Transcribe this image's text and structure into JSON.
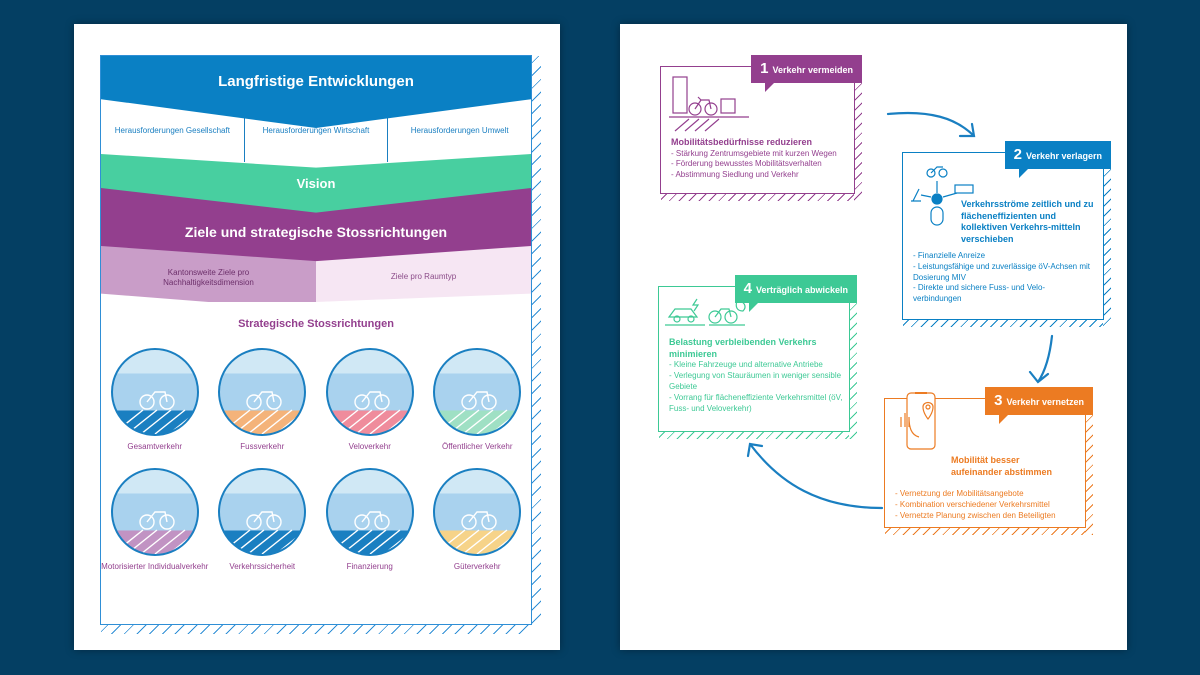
{
  "left_page": {
    "top_band": "Langfristige Entwicklungen",
    "challenges": [
      "Herausforderungen Gesellschaft",
      "Herausforderungen Wirtschaft",
      "Herausforderungen Umwelt"
    ],
    "vision": "Vision",
    "goals_band": "Ziele und strategische Stossrichtungen",
    "goal_left": "Kantonsweite Ziele pro Nachhaltigkeitsdimension",
    "goal_right": "Ziele pro Raumtyp",
    "strategy_title": "Strategische Stossrichtungen",
    "strategies": [
      {
        "label": "Gesamtverkehr",
        "icon": "mixed-traffic-icon",
        "ground": "#1a7fc1"
      },
      {
        "label": "Fussverkehr",
        "icon": "pedestrian-icon",
        "ground": "#f4b37a"
      },
      {
        "label": "Veloverkehr",
        "icon": "bicycle-icon",
        "ground": "#ef8c9c"
      },
      {
        "label": "Öffentlicher Verkehr",
        "icon": "train-bus-icon",
        "ground": "#9fe0c4"
      },
      {
        "label": "Motorisierter Individualverkehr",
        "icon": "electric-car-icon",
        "ground": "#c193c3"
      },
      {
        "label": "Verkehrssicherheit",
        "icon": "warning-sign-icon",
        "ground": "#1a7fc1"
      },
      {
        "label": "Finanzierung",
        "icon": "calculator-icon",
        "ground": "#1a7fc1"
      },
      {
        "label": "Güterverkehr",
        "icon": "hydrogen-truck-icon",
        "ground": "#f6d389"
      }
    ]
  },
  "right_page": {
    "steps": [
      {
        "number": "1",
        "tag": "Verkehr vermeiden",
        "color": "#933f8e",
        "heading": "Mobilitätsbedürfnisse reduzieren",
        "items": [
          "Stärkung Zentrumsgebiete mit kurzen Wegen",
          "Förderung bewusstes Mobilitätsverhalten",
          "Abstimmung Siedlung und Verkehr"
        ]
      },
      {
        "number": "2",
        "tag": "Verkehr verlagern",
        "color": "#0a80c4",
        "heading": "Verkehrsströme zeitlich und zu flächeneffizienten und kollektiven Verkehrs-mitteln verschieben",
        "items": [
          "Finanzielle Anreize",
          "Leistungsfähige und zuverlässige öV-Achsen mit Dosierung MIV",
          "Direkte und sichere Fuss- und Velo-verbindungen"
        ]
      },
      {
        "number": "3",
        "tag": "Verkehr vernetzen",
        "color": "#ec7b22",
        "heading": "Mobilität besser aufeinander abstimmen",
        "items": [
          "Vernetzung der Mobilitätsangebote",
          "Kombination verschiedener Verkehrsmittel",
          "Vernetzte Planung zwischen den Beteiligten"
        ]
      },
      {
        "number": "4",
        "tag": "Verträglich abwickeln",
        "color": "#3dc995",
        "heading": "Belastung verbleibenden Verkehrs minimieren",
        "items": [
          "Kleine Fahrzeuge und alternative Antriebe",
          "Verlegung von Stauräumen in weniger sensible Gebiete",
          "Vorrang für flächeneffiziente Verkehrsmittel (öV, Fuss- und Veloverkehr)"
        ]
      }
    ],
    "arrow_color": "#1a7fc1"
  }
}
